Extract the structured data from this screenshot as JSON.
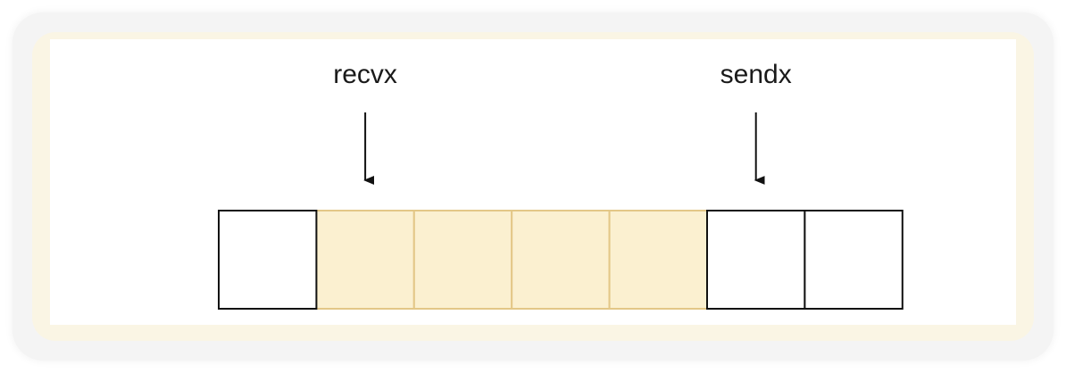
{
  "diagram": {
    "pointers": [
      {
        "label": "recvx",
        "slot": 1
      },
      {
        "label": "sendx",
        "slot": 5
      }
    ],
    "buffer": {
      "slots": 7,
      "filled": [
        false,
        true,
        true,
        true,
        true,
        false,
        false
      ]
    },
    "colors": {
      "filled_fill": "#fbf0d0",
      "filled_stroke": "#e3c787",
      "empty_fill": "#ffffff",
      "empty_stroke": "#111111",
      "arrow": "#111111",
      "card_tint": "#faf5e4"
    }
  }
}
